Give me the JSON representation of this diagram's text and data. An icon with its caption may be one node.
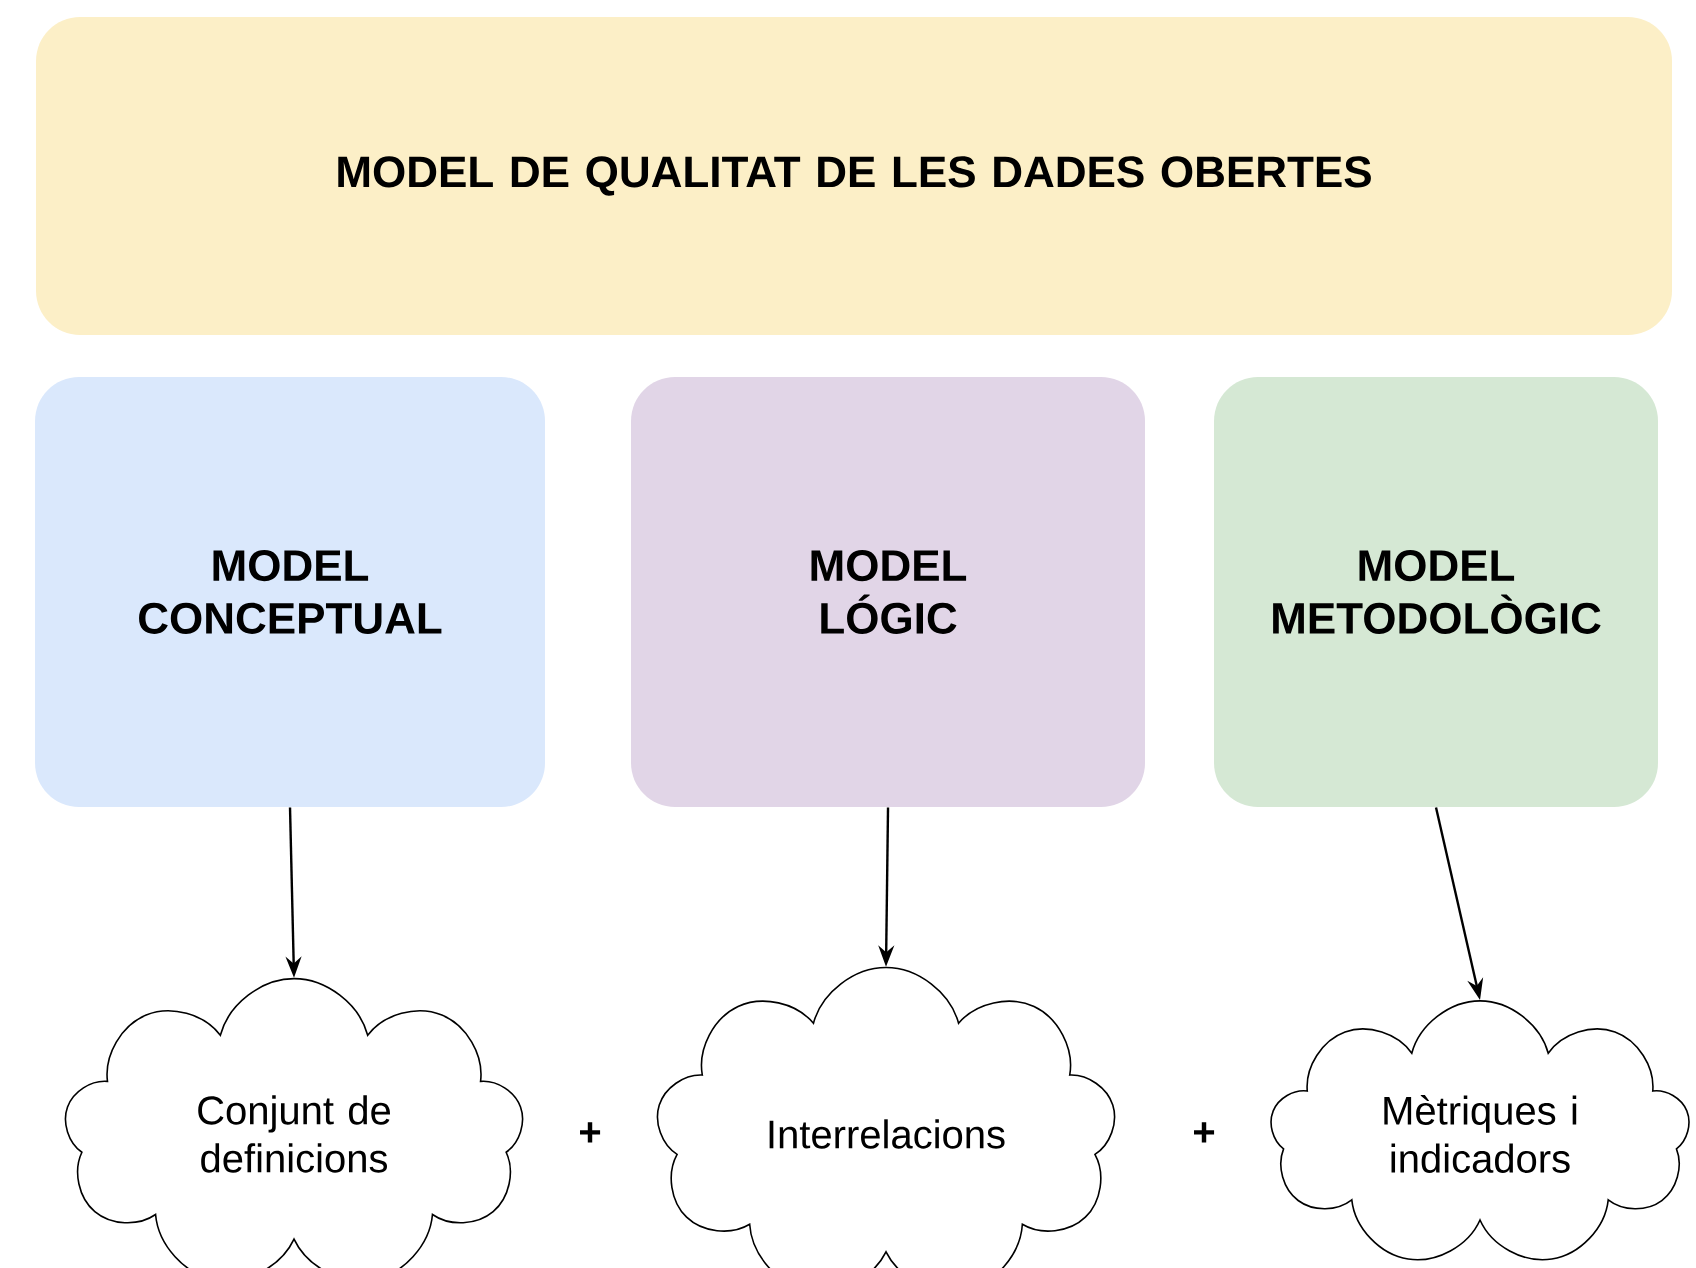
{
  "diagram": {
    "nodes": [
      {
        "text": [
          "MODEL DE QUALITAT DE LES DADES OBERTES"
        ]
      },
      {
        "text": [
          "MODEL CONCEPTUAL"
        ]
      },
      {
        "text": [
          "MODEL LÓGIC"
        ]
      },
      {
        "text": [
          "MODEL METODOLÒGIC"
        ]
      },
      {
        "text": [
          "Conjunt de definicions"
        ]
      },
      {
        "text": [
          "Interrelacions"
        ]
      },
      {
        "text": [
          "Mètriques i indicadors"
        ]
      }
    ],
    "edges": [
      {
        "from": 1,
        "to": 4,
        "arrow": "to"
      },
      {
        "from": 2,
        "to": 5,
        "arrow": "to"
      },
      {
        "from": 3,
        "to": 6,
        "arrow": "to"
      }
    ],
    "labels": [
      "+",
      "+"
    ]
  }
}
